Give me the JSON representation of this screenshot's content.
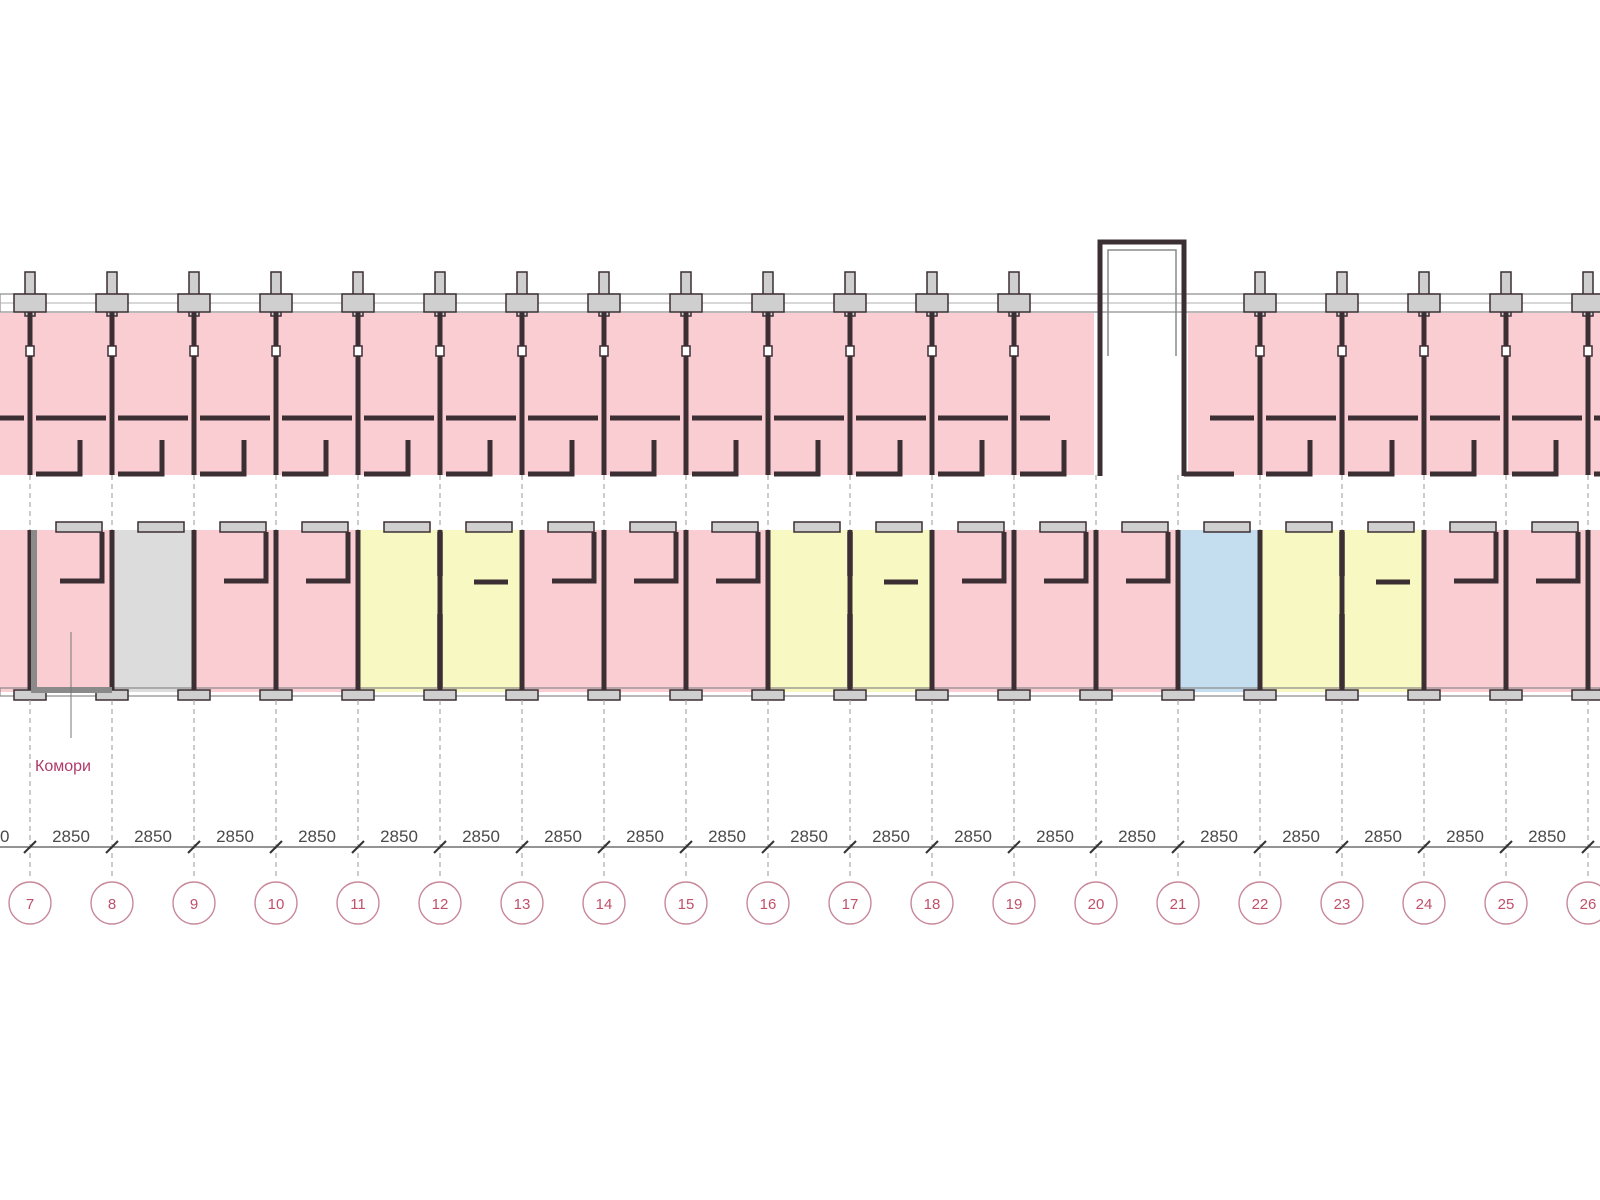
{
  "drawing": {
    "axis_labels": [
      "7",
      "8",
      "9",
      "10",
      "11",
      "12",
      "13",
      "14",
      "15",
      "16",
      "17",
      "18",
      "19",
      "20",
      "21",
      "22",
      "23",
      "24",
      "25",
      "26"
    ],
    "left_partial_dimension": "0",
    "bay_dimensions": [
      "2850",
      "2850",
      "2850",
      "2850",
      "2850",
      "2850",
      "2850",
      "2850",
      "2850",
      "2850",
      "2850",
      "2850",
      "2850",
      "2850",
      "2850",
      "2850",
      "2850",
      "2850",
      "2850"
    ],
    "callout": {
      "text": "Комори",
      "bay_index": 0
    },
    "room_fill_colors": {
      "apartment": "#f9cdd2",
      "yellow": "#f8f8c2",
      "blue": "#c4def0",
      "grey": "#dcdcdc"
    },
    "wall_color": "#3b2f34",
    "bottom_row_bays": [
      "apartment",
      "grey",
      "apartment",
      "apartment",
      "yellow",
      "yellow",
      "apartment",
      "apartment",
      "apartment",
      "yellow",
      "yellow",
      "apartment",
      "apartment",
      "apartment",
      "blue",
      "yellow",
      "yellow",
      "apartment",
      "apartment",
      "apartment"
    ],
    "top_row_gap_bay_index": 13
  }
}
